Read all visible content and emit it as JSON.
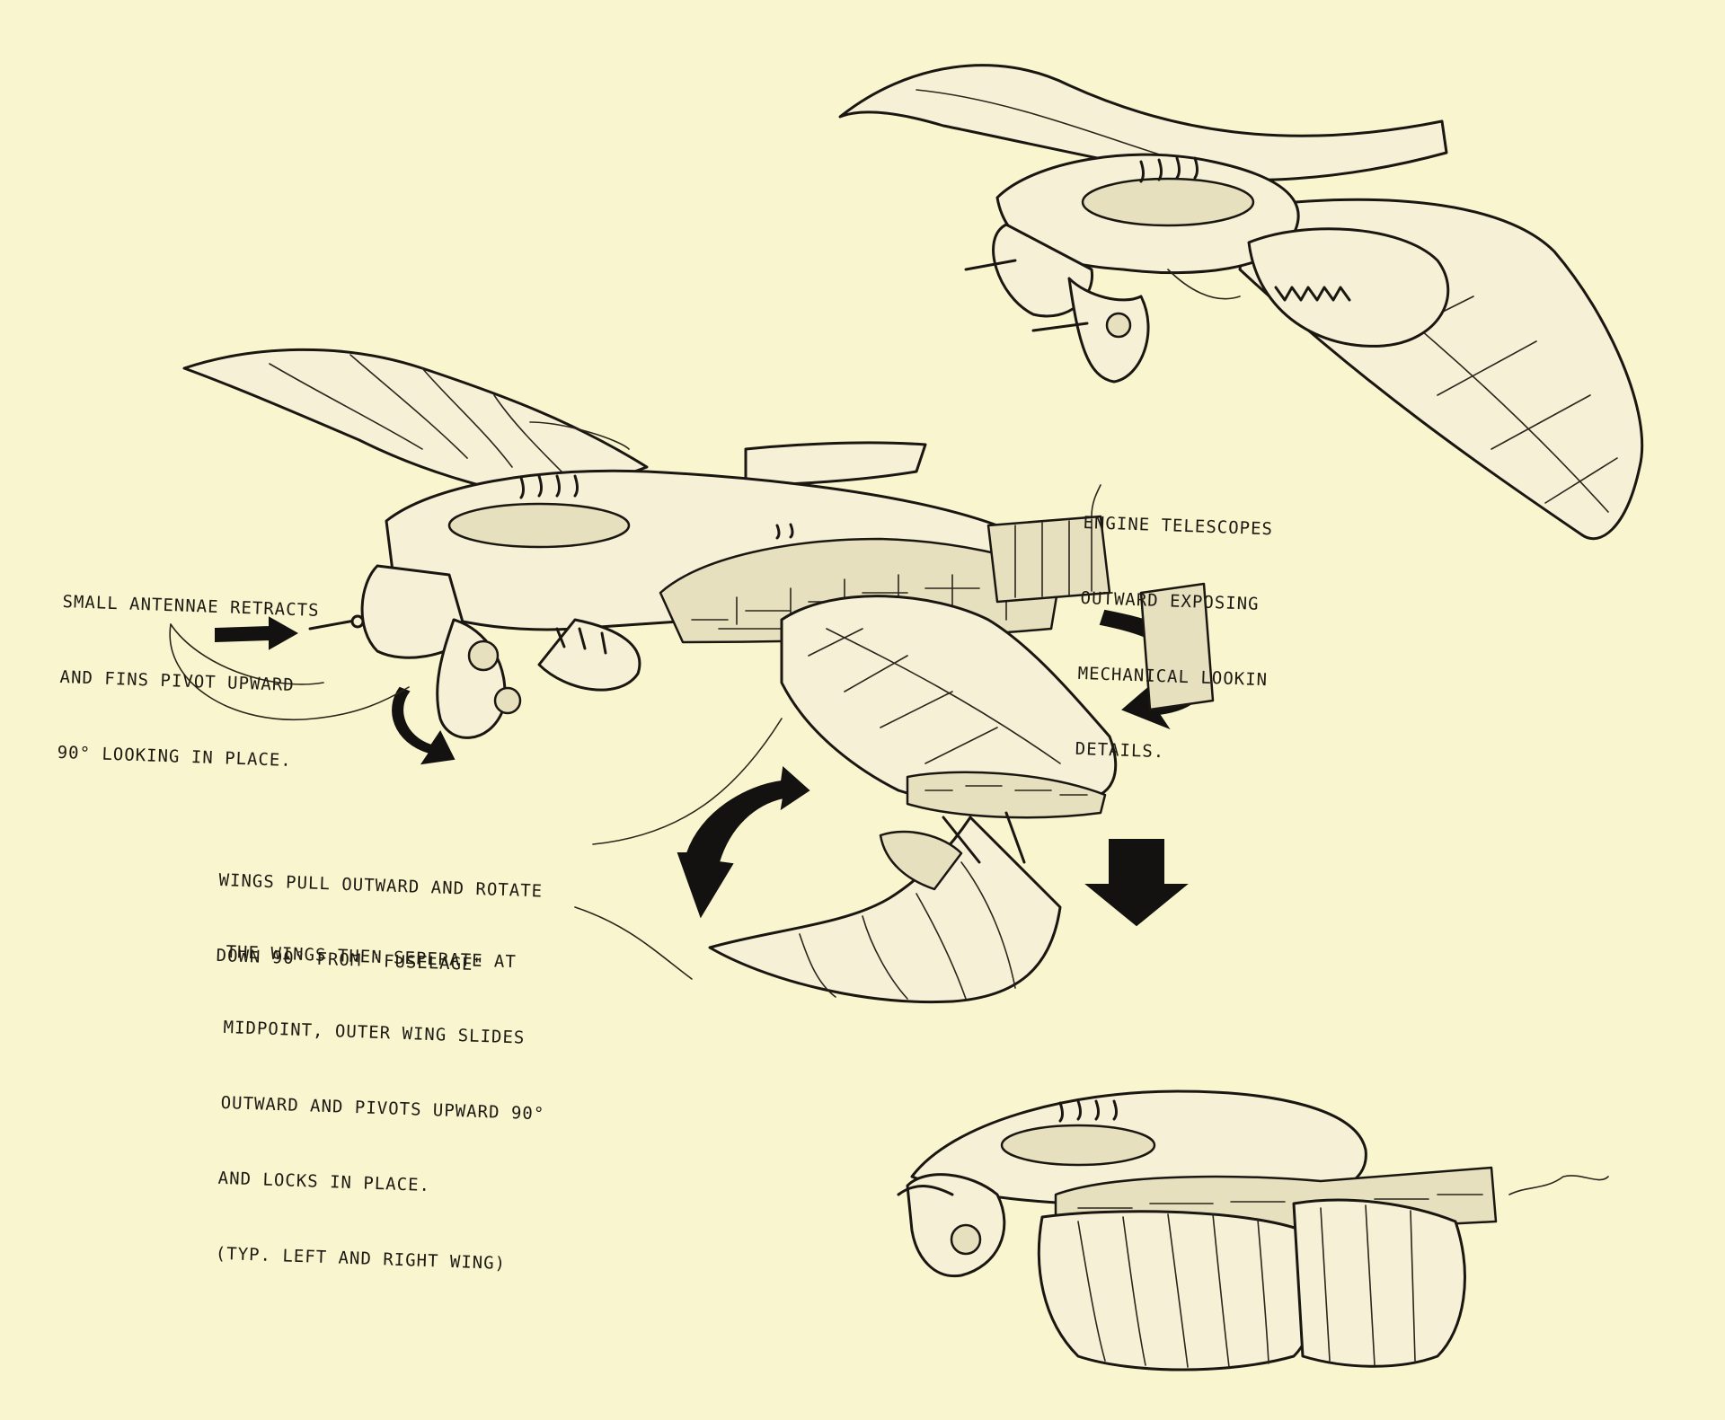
{
  "notes": {
    "antennae": {
      "lines": [
        "SMALL ANTENNAE RETRACTS",
        "AND FINS PIVOT UPWARD",
        "90° LOOKING IN PLACE."
      ]
    },
    "engine": {
      "lines": [
        "ENGINE TELESCOPES",
        "OUTWARD EXPOSING",
        "MECHANICAL LOOKIN",
        "DETAILS."
      ]
    },
    "wings_rotate": {
      "lines": [
        "WINGS PULL OUTWARD AND ROTATE",
        "DOWN 90° FROM \"FUSELAGE\""
      ]
    },
    "wings_separate": {
      "lines": [
        "THE WINGS THEN SEPERATE AT",
        "MIDPOINT, OUTER WING SLIDES",
        "OUTWARD AND PIVOTS UPWARD 90°",
        "AND LOCKS IN PLACE.",
        "(TYP. LEFT AND RIGHT WING)"
      ]
    }
  },
  "colors": {
    "paper": "#f9f6cf",
    "ink": "#1a1712",
    "hull": "#f6f1d6"
  }
}
